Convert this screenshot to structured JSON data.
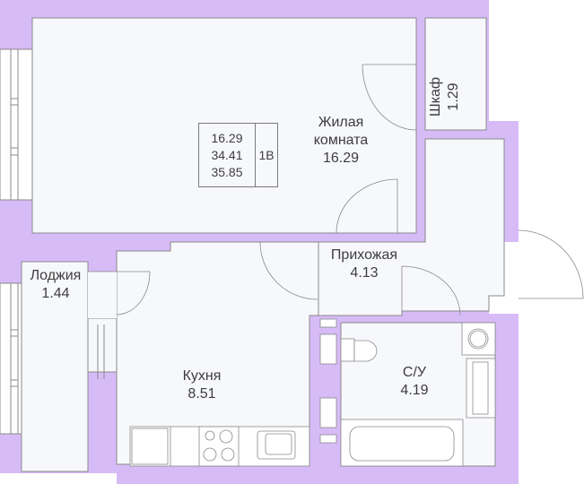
{
  "colors": {
    "wall": "#d7bbf7",
    "floor": "#f7f8fc",
    "line": "#8a8a8a",
    "text": "#3d3d3d"
  },
  "summary": {
    "living_area": "16.29",
    "total_area": "34.41",
    "total_with_balcony": "35.85",
    "type": "1В"
  },
  "rooms": {
    "living": {
      "name_line1": "Жилая",
      "name_line2": "комната",
      "area": "16.29"
    },
    "closet": {
      "name": "Шкаф",
      "area": "1.29"
    },
    "hallway": {
      "name": "Прихожая",
      "area": "4.13"
    },
    "loggia": {
      "name": "Лоджия",
      "area": "1.44"
    },
    "kitchen": {
      "name": "Кухня",
      "area": "8.51"
    },
    "bathroom": {
      "name": "С/У",
      "area": "4.19"
    }
  }
}
